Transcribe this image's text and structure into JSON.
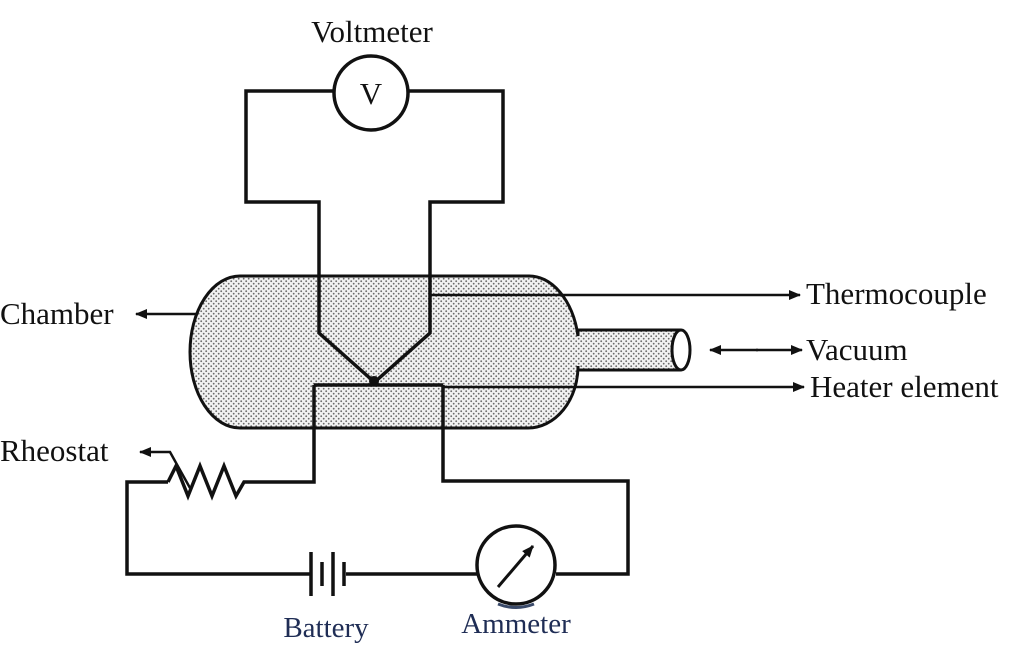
{
  "labels": {
    "voltmeter": "Voltmeter",
    "voltmeter_symbol": "V",
    "chamber": "Chamber",
    "thermocouple": "Thermocouple",
    "vacuum": "Vacuum",
    "heater_element": "Heater element",
    "rheostat": "Rheostat",
    "battery": "Battery",
    "ammeter": "Ammeter"
  },
  "colors": {
    "line": "#111111",
    "chamber_fill": "#d9d9d9",
    "label_text": "#111111",
    "bottom_label_text": "#1f2d55"
  }
}
